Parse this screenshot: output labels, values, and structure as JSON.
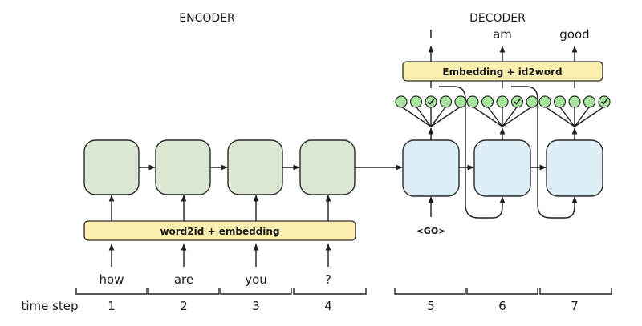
{
  "sections": {
    "encoder": "ENCODER",
    "decoder": "DECODER"
  },
  "encoder": {
    "embedding_label": "word2id + embedding",
    "inputs": [
      "how",
      "are",
      "you",
      "?"
    ],
    "cell_color": "#dce7d3"
  },
  "decoder": {
    "embedding_label": "Embedding + id2word",
    "go_token": "<GO>",
    "outputs": [
      "I",
      "am",
      "good"
    ],
    "cell_color": "#ddeef7",
    "softmax_size": 5,
    "selected_index": [
      2,
      3,
      4
    ],
    "node_color": "#a8e6a0"
  },
  "band_color": "#fbefb0",
  "timeline": {
    "label": "time step",
    "steps": [
      "1",
      "2",
      "3",
      "4",
      "5",
      "6",
      "7"
    ]
  }
}
